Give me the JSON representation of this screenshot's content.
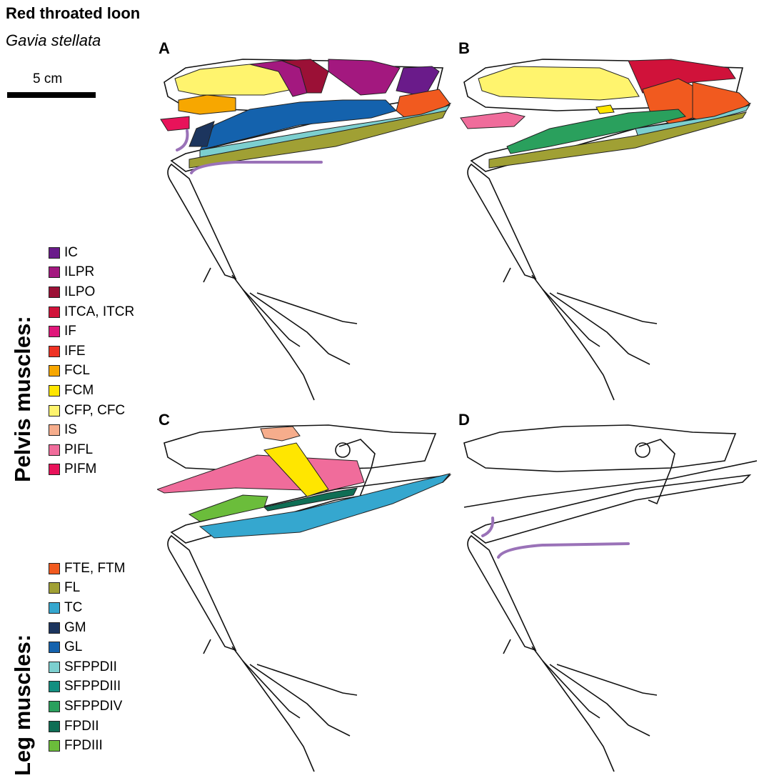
{
  "header": {
    "title": "Red throated loon",
    "species": "Gavia stellata",
    "scale_label": "5 cm"
  },
  "groups": {
    "pelvis": "Pelvis muscles:",
    "leg": "Leg muscles:"
  },
  "legend": {
    "pelvis": [
      {
        "label": "IC",
        "color": "#6a1b8a"
      },
      {
        "label": "ILPR",
        "color": "#a3187f"
      },
      {
        "label": "ILPO",
        "color": "#9b1036"
      },
      {
        "label": "ITCA, ITCR",
        "color": "#d0123a"
      },
      {
        "label": "IF",
        "color": "#e0177a"
      },
      {
        "label": "IFE",
        "color": "#ee3224"
      },
      {
        "label": "FCL",
        "color": "#f7a700"
      },
      {
        "label": "FCM",
        "color": "#ffe600"
      },
      {
        "label": "CFP, CFC",
        "color": "#fff46e"
      },
      {
        "label": "IS",
        "color": "#f6ad8c"
      },
      {
        "label": "PIFL",
        "color": "#f06c9b"
      },
      {
        "label": "PIFM",
        "color": "#e8135a"
      }
    ],
    "leg": [
      {
        "label": "FTE, FTM",
        "color": "#f15a1f"
      },
      {
        "label": "FL",
        "color": "#a0a034"
      },
      {
        "label": "TC",
        "color": "#35a7cf"
      },
      {
        "label": "GM",
        "color": "#1c355e"
      },
      {
        "label": "GL",
        "color": "#1462ad"
      },
      {
        "label": "SFPPDII",
        "color": "#7ccfcf"
      },
      {
        "label": "SFPPDIII",
        "color": "#138f80"
      },
      {
        "label": "SFPPDIV",
        "color": "#2aa05d"
      },
      {
        "label": "FPDII",
        "color": "#0f6e55"
      },
      {
        "label": "FPDIII",
        "color": "#6bbd3b"
      }
    ]
  },
  "panels": [
    {
      "letter": "A",
      "muscles": [
        "CFP, CFC",
        "ILPR",
        "ILPO",
        "IC",
        "FCL",
        "GL",
        "GM",
        "FTE, FTM",
        "SFPPDII",
        "FL",
        "PIFM"
      ]
    },
    {
      "letter": "B",
      "muscles": [
        "CFP, CFC",
        "ITCA, ITCR",
        "FTE, FTM",
        "PIFL",
        "FCM",
        "SFPPDIV",
        "SFPPDII",
        "FL"
      ]
    },
    {
      "letter": "C",
      "muscles": [
        "IS",
        "FCM",
        "PIFL",
        "FPDIII",
        "FPDII",
        "TC"
      ]
    },
    {
      "letter": "D",
      "muscles": []
    }
  ]
}
